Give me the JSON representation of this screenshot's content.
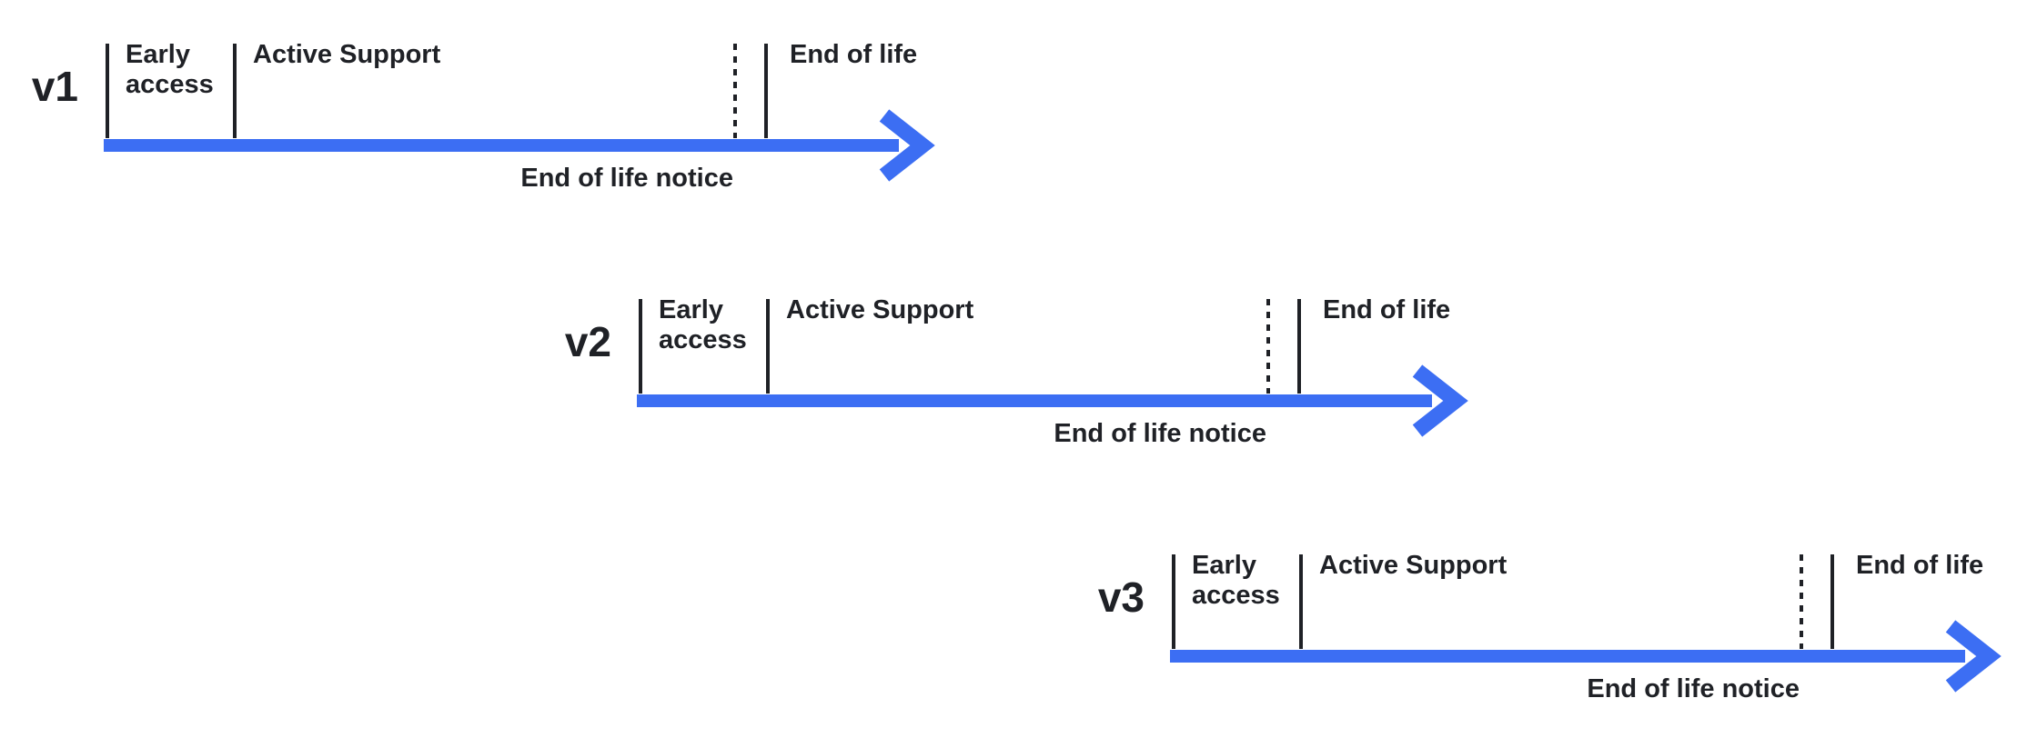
{
  "colors": {
    "arrow_blue": "#3C6EF3",
    "ink": "#1F2126",
    "background": "#FFFFFF"
  },
  "timelines": [
    {
      "version": "v1",
      "labels": {
        "early_access": "Early\naccess",
        "active_support": "Active Support",
        "end_of_life": "End of life",
        "end_of_life_notice": "End of life notice"
      }
    },
    {
      "version": "v2",
      "labels": {
        "early_access": "Early\naccess",
        "active_support": "Active Support",
        "end_of_life": "End of life",
        "end_of_life_notice": "End of life notice"
      }
    },
    {
      "version": "v3",
      "labels": {
        "early_access": "Early\naccess",
        "active_support": "Active Support",
        "end_of_life": "End of life",
        "end_of_life_notice": "End of life notice"
      }
    }
  ]
}
